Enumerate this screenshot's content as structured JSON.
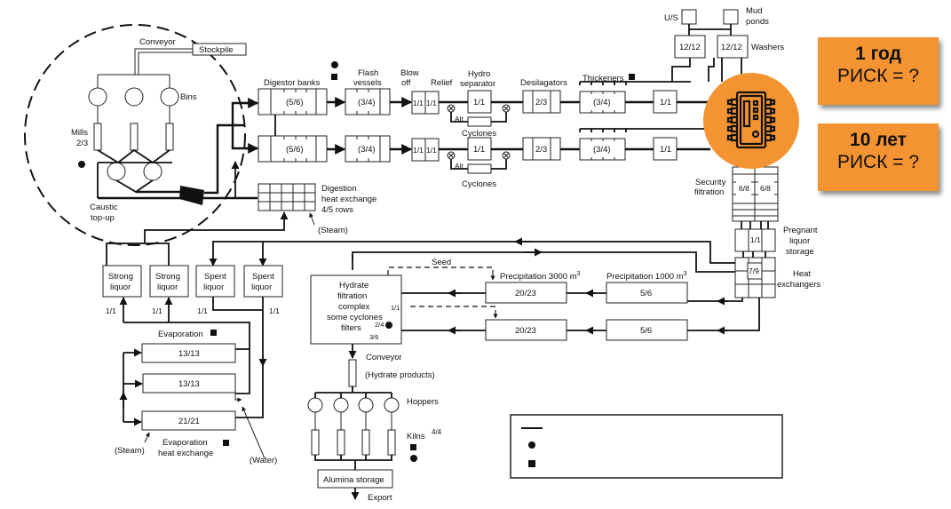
{
  "diagram": {
    "feed": {
      "conveyor": "Conveyor",
      "stockpile": "Stockpile",
      "bins": "Bins",
      "mills": "Mills",
      "mills_ratio": "2/3",
      "caustic": "Caustic",
      "caustic2": "top-up"
    },
    "digestion": {
      "digestor_banks": "Digestor banks",
      "digestor_ratio": "(5/6)",
      "flash_l1": "Flash",
      "flash_l2": "vessels",
      "flash_ratio": "(3/4)",
      "blow_l1": "Blow",
      "blow_l2": "off",
      "relief": "Relief",
      "blow_ratio": "1/1",
      "relief_ratio": "1/1",
      "heat_l1": "Digestion",
      "heat_l2": "heat exchange",
      "heat_l3": "4/5 rows",
      "steam": "(Steam)"
    },
    "separation": {
      "hydro_l1": "Hydro",
      "hydro_l2": "separator",
      "hydro_ratio": "1/1",
      "alt": "Alt",
      "cyclones": "Cyclones",
      "desilagators": "Desilagators",
      "desil_ratio": "2/3",
      "thickeners": "Thickeners",
      "thick_ratio": "(3/4)",
      "after_ratio": "1/1",
      "us": "U/S",
      "mud_l1": "Mud",
      "mud_l2": "ponds",
      "washers": "Washers",
      "washer_ratio": "12/12"
    },
    "filtration": {
      "security_l1": "Security",
      "security_l2": "filtration",
      "security_ratio": "6/8",
      "pregnant_l1": "Pregnant",
      "pregnant_l2": "liquor",
      "pregnant_l3": "storage",
      "pregnant_ratio": "1/1",
      "heatex_l1": "Heat",
      "heatex_l2": "exchangers",
      "heatex_ratio": "7/9"
    },
    "precipitation": {
      "seed": "Seed",
      "p3000": "Precipitation 3000 m",
      "p1000": "Precipitation 1000 m",
      "sup": "3",
      "ratio_3000": "20/23",
      "ratio_1000": "5/6",
      "hyd_l1": "Hydrate",
      "hyd_l2": "filtration",
      "hyd_l3": "complex",
      "hyd_l4": "some cyclones",
      "hyd_l5": "filters",
      "hyd_r1": "1/1",
      "hyd_r2": "2/4",
      "hyd_r3": "3/6"
    },
    "liquor": {
      "strong_l1": "Strong",
      "strong_l2": "liquor",
      "spent_l1": "Spent",
      "spent_l2": "liquor",
      "ratio": "1/1"
    },
    "evaporation": {
      "title": "Evaporation",
      "r1": "13/13",
      "r2": "13/13",
      "r3": "21/21",
      "steam": "(Steam)",
      "hx_l1": "Evaporation",
      "hx_l2": "heat exchange",
      "water": "(Water)"
    },
    "calcination": {
      "conveyor": "Conveyor",
      "hydrate_products": "(Hydrate products)",
      "hoppers": "Hoppers",
      "kilns": "Kilns",
      "kilns_ratio": "4/4",
      "storage": "Alumina storage",
      "export": "Export"
    }
  },
  "legend": {
    "items": [
      {
        "symbol": "line",
        "label": ""
      },
      {
        "symbol": "circle",
        "label": ""
      },
      {
        "symbol": "square",
        "label": ""
      }
    ]
  },
  "overlay": {
    "badge_icon": "microchip-icon",
    "accent_color": "#f49332",
    "cards": [
      {
        "period": "1 год",
        "risk": "РИСК = ?"
      },
      {
        "period": "10 лет",
        "risk": "РИСК = ?"
      }
    ]
  }
}
